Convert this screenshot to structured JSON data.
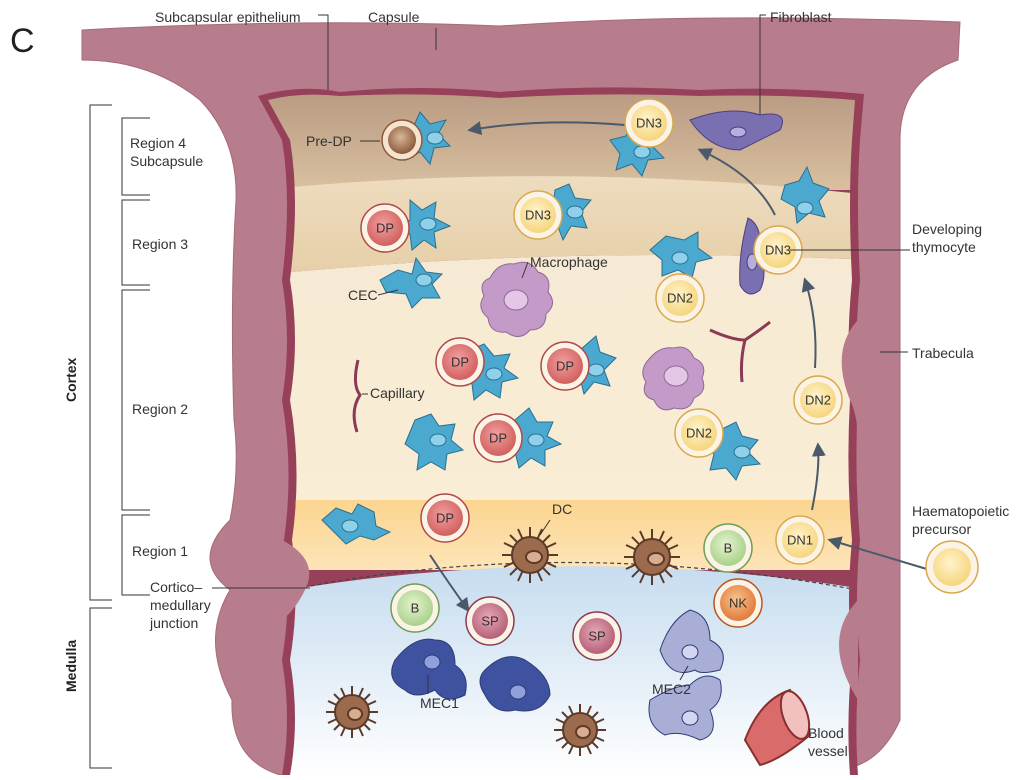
{
  "panel_letter": "C",
  "labels": {
    "subcapsular_epithelium": "Subcapsular epithelium",
    "capsule": "Capsule",
    "fibroblast": "Fibroblast",
    "pre_dp": "Pre-DP",
    "region4_line1": "Region 4",
    "region4_line2": "Subcapsule",
    "region3": "Region 3",
    "region2": "Region 2",
    "region1": "Region 1",
    "cortex": "Cortex",
    "medulla": "Medulla",
    "cec": "CEC",
    "macrophage": "Macrophage",
    "capillary": "Capillary",
    "developing_line1": "Developing",
    "developing_line2": "thymocyte",
    "trabecula": "Trabecula",
    "haem_line1": "Haematopoietic",
    "haem_line2": "precursor",
    "dc": "DC",
    "cmj_line1": "Cortico–",
    "cmj_line2": "medullary",
    "cmj_line3": "junction",
    "mec1": "MEC1",
    "mec2": "MEC2",
    "blood_line1": "Blood",
    "blood_line2": "vessel"
  },
  "cells": {
    "dn3_top": "DN3",
    "dn3_mid": "DN3",
    "dn3_right": "DN3",
    "dp_r3": "DP",
    "dn2_a": "DN2",
    "dp_a": "DP",
    "dp_b": "DP",
    "dp_c": "DP",
    "dn2_b": "DN2",
    "dn2_c": "DN2",
    "dp_r1": "DP",
    "b_cortex": "B",
    "dn1": "DN1",
    "b_medulla": "B",
    "sp_a": "SP",
    "sp_b": "SP",
    "nk": "NK"
  }
}
